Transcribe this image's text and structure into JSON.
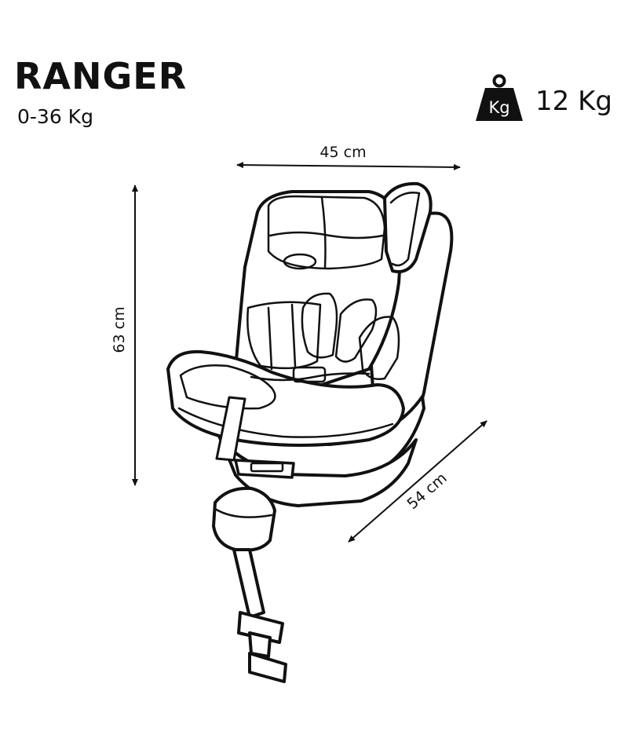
{
  "product": {
    "name": "RANGER",
    "range": "0-36 Kg"
  },
  "weight": {
    "icon": "kg-weight-icon",
    "icon_label": "Kg",
    "value": "12 Kg"
  },
  "dimensions": {
    "width": "45 cm",
    "height": "63 cm",
    "depth": "54 cm"
  },
  "colors": {
    "line": "#111111",
    "background": "#ffffff"
  }
}
